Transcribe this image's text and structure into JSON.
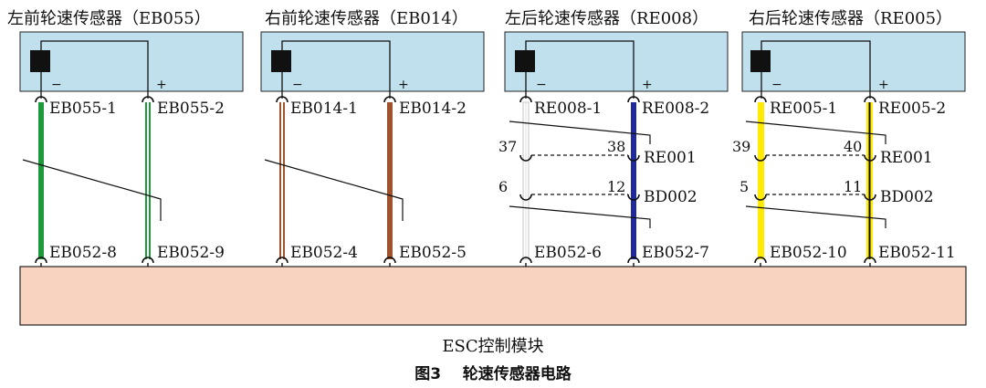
{
  "sensors": [
    {
      "title": "左前轮速传感器（EB055）",
      "minus": "−",
      "plus": "+",
      "pin_left": "EB055-1",
      "pin_right": "EB055-2",
      "bottom_left": "EB052-8",
      "bottom_right": "EB052-9",
      "wire_color": "#1e9a3c",
      "wire_style": "green"
    },
    {
      "title": "右前轮速传感器（EB014）",
      "minus": "−",
      "plus": "+",
      "pin_left": "EB014-1",
      "pin_right": "EB014-2",
      "bottom_left": "EB052-4",
      "bottom_right": "EB052-5",
      "wire_color": "#a0522d",
      "wire_style": "brown"
    },
    {
      "title": "左后轮速传感器（RE008）",
      "minus": "−",
      "plus": "+",
      "pin_left": "RE008-1",
      "pin_right": "RE008-2",
      "conn1": "RE001",
      "conn1_left": "37",
      "conn1_right": "38",
      "conn2": "BD002",
      "conn2_left": "6",
      "conn2_right": "12",
      "bottom_left": "EB052-6",
      "bottom_right": "EB052-7",
      "wire_color": "#1f2a9c",
      "wire_style": "white-blue"
    },
    {
      "title": "右后轮速传感器（RE005）",
      "minus": "−",
      "plus": "+",
      "pin_left": "RE005-1",
      "pin_right": "RE005-2",
      "conn1": "RE001",
      "conn1_left": "39",
      "conn1_right": "40",
      "conn2": "BD002",
      "conn2_left": "5",
      "conn2_right": "11",
      "bottom_left": "EB052-10",
      "bottom_right": "EB052-11",
      "wire_color": "#ffea00",
      "wire_style": "yellow"
    }
  ],
  "module_label": "ESC控制模块",
  "caption": "图3    轮速传感器电路",
  "colors": {
    "sensor_box": "#bfe0ec",
    "module_box": "#f8d3bf",
    "outline": "#222222"
  }
}
